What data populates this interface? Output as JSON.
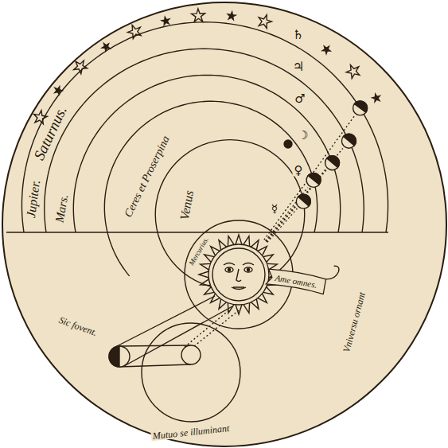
{
  "diagram": {
    "nodes": [
      {
        "text": [
          "Ame omnes."
        ]
      }
    ],
    "labels": [
      "♄",
      "♃",
      "♂",
      "☽",
      "♀",
      "☿",
      "Saturnus.",
      "Jupiter.",
      "Mars.",
      "Ceres et Proserpina",
      "Venus",
      "Mercurius.",
      "Sic fovent.",
      "Vniversu ornant",
      "Mutuo se illuminant"
    ]
  }
}
